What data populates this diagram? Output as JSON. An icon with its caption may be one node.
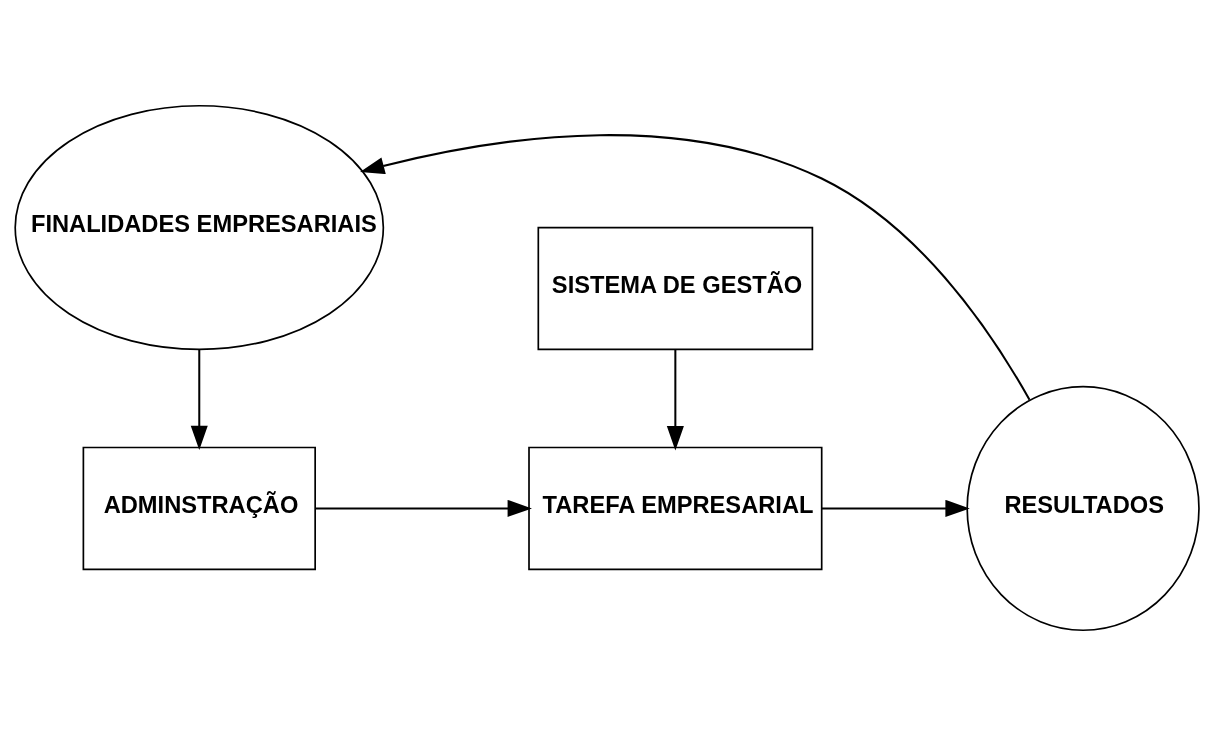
{
  "diagram": {
    "nodes": [
      {
        "text": [
          "FINALIDADES EMPRESARIAIS"
        ]
      },
      {
        "text": [
          "ADMINSTRAÇÃO"
        ]
      },
      {
        "text": [
          "TAREFA EMPRESARIAL"
        ]
      },
      {
        "text": [
          "RESULTADOS"
        ]
      },
      {
        "text": [
          "SISTEMA DE GESTÃO"
        ]
      }
    ],
    "edges": [
      {
        "from": 0,
        "to": 1,
        "arrow": "to"
      },
      {
        "from": 1,
        "to": 2,
        "arrow": "to"
      },
      {
        "from": 2,
        "to": 3,
        "arrow": "to"
      },
      {
        "from": 3,
        "to": 0,
        "arrow": "to"
      },
      {
        "from": 4,
        "to": 2,
        "arrow": "to"
      }
    ]
  }
}
